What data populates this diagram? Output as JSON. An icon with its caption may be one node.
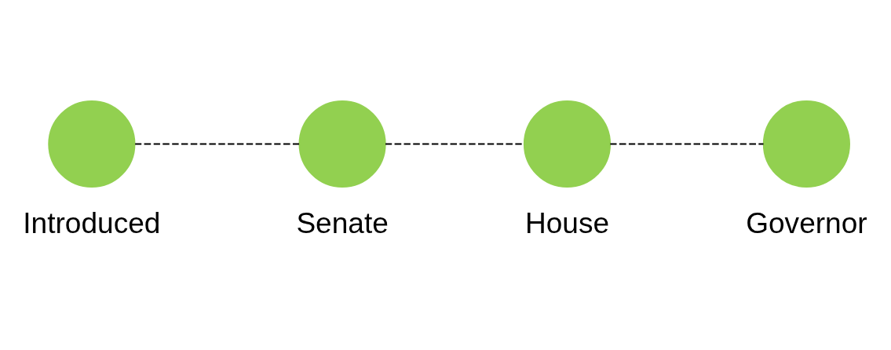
{
  "diagram": {
    "nodes": [
      {
        "text": [],
        "shape": "circle",
        "beside": [
          "Introduced"
        ]
      },
      {
        "text": [],
        "shape": "circle",
        "beside": [
          "Senate"
        ]
      },
      {
        "text": [],
        "shape": "circle",
        "beside": [
          "House"
        ]
      },
      {
        "text": [],
        "shape": "circle",
        "beside": [
          "Governor"
        ]
      }
    ],
    "edges": [
      {
        "from": 0,
        "to": 1,
        "arrow": "none",
        "style": "dashed"
      },
      {
        "from": 1,
        "to": 2,
        "arrow": "none",
        "style": "dashed"
      },
      {
        "from": 2,
        "to": 3,
        "arrow": "none",
        "style": "dashed"
      }
    ]
  }
}
